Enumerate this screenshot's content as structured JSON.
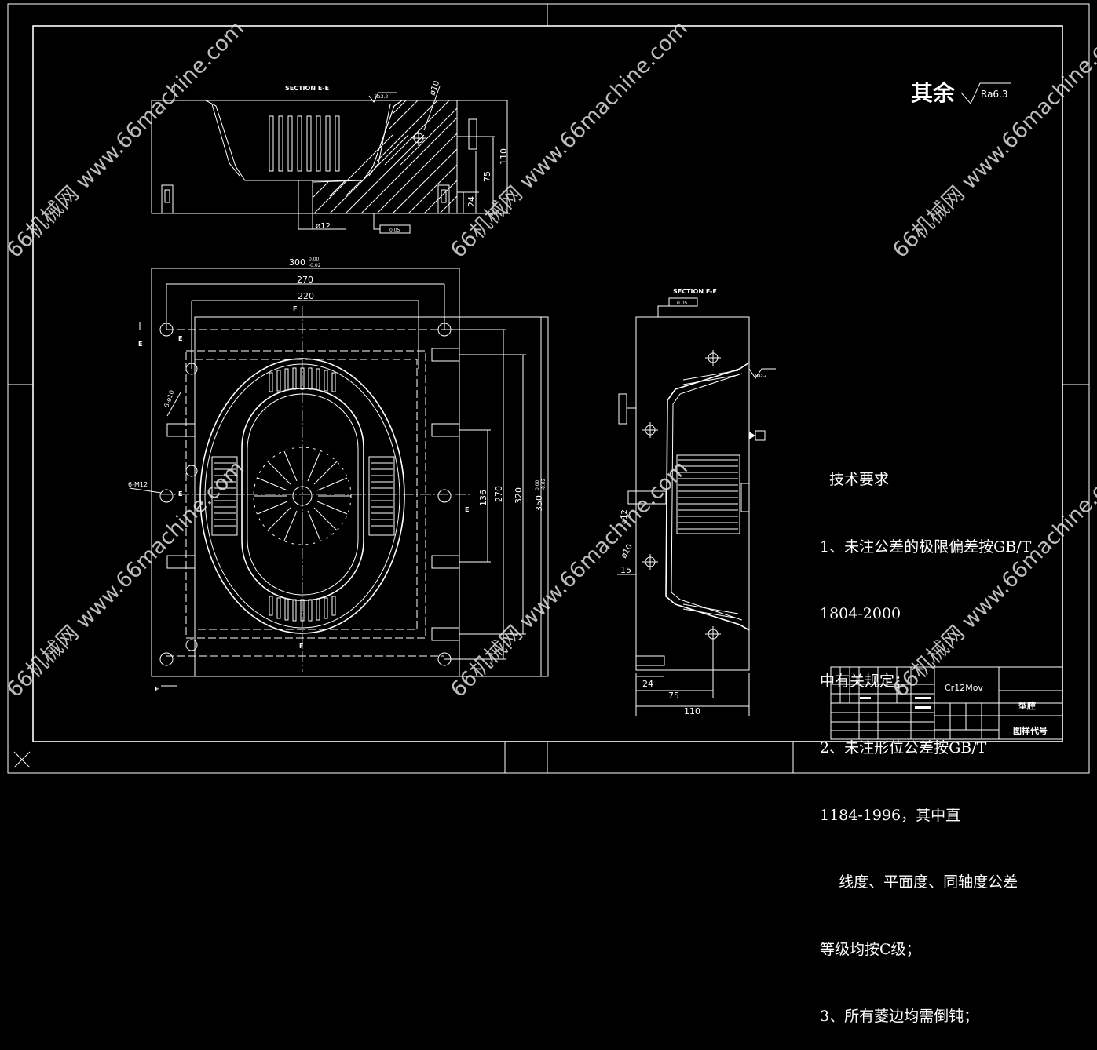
{
  "surface_note": {
    "label": "其余",
    "roughness": "Ra6.3"
  },
  "sections": {
    "top": "SECTION E-E",
    "side": "SECTION F-F"
  },
  "dims": {
    "d300": "300",
    "d300_tol_up": "0.00",
    "d300_tol_dn": "-0.02",
    "d270": "270",
    "d220": "220",
    "d136": "136",
    "d270v": "270",
    "d320": "320",
    "d350": "350",
    "d350_tol_up": "0.00",
    "d350_tol_dn": "-0.02",
    "d110": "110",
    "d75": "75",
    "d24": "24",
    "phi12": "ø12",
    "phi10": "ø10",
    "s24": "24",
    "s75": "75",
    "s110": "110",
    "s15": "15",
    "s_phi12": "ø12",
    "s_phi10": "ø10",
    "holes1": "6-ø10",
    "holes2": "6-M12",
    "tol_frame": "0.05",
    "ra_small": "Ra3.2"
  },
  "labels": {
    "F": "F",
    "E": "E"
  },
  "requirements": {
    "title": "技术要求",
    "lines": [
      "1、未注公差的极限偏差按GB/T",
      "1804-2000",
      "中有关规定；",
      "2、未注形位公差按GB/T",
      "1184-1996，其中直",
      "    线度、平面度、同轴度公差",
      "等级均按C级；",
      "3、所有菱边均需倒钝；"
    ]
  },
  "title_block": {
    "material": "Cr12Mov",
    "name": "型腔",
    "code": "图样代号"
  },
  "watermark": "66机械网 www.66machine.com"
}
